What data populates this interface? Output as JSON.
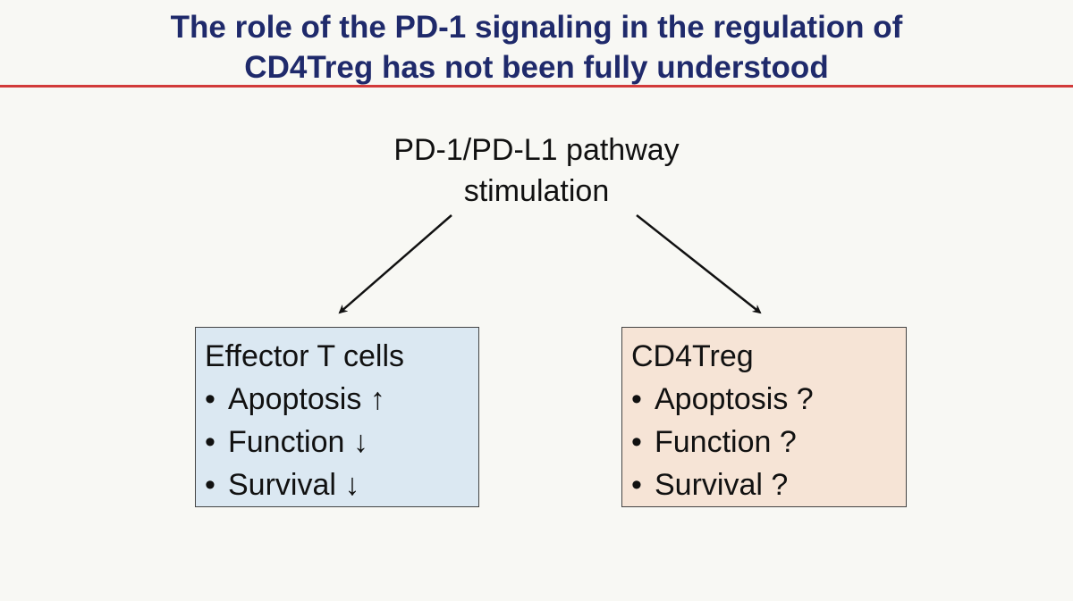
{
  "slide": {
    "title_line1": "The role of the PD-1 signaling in the regulation of",
    "title_line2": "CD4Treg has not been fully understood",
    "source_line1": "PD-1/PD-L1 pathway",
    "source_line2": "stimulation"
  },
  "left_box": {
    "heading": "Effector T cells",
    "items": [
      {
        "bullet": "•",
        "text": "Apoptosis ↑"
      },
      {
        "bullet": "•",
        "text": "Function ↓"
      },
      {
        "bullet": "•",
        "text": "Survival ↓"
      }
    ]
  },
  "right_box": {
    "heading": "CD4Treg",
    "items": [
      {
        "bullet": "•",
        "text": "Apoptosis ?"
      },
      {
        "bullet": "•",
        "text": "Function ?"
      },
      {
        "bullet": "•",
        "text": "Survival ?"
      }
    ]
  },
  "colors": {
    "title": "#1f2a6b",
    "rule": "#d23a3a",
    "left_box_fill": "#dbe8f2",
    "right_box_fill": "#f6e4d6"
  }
}
